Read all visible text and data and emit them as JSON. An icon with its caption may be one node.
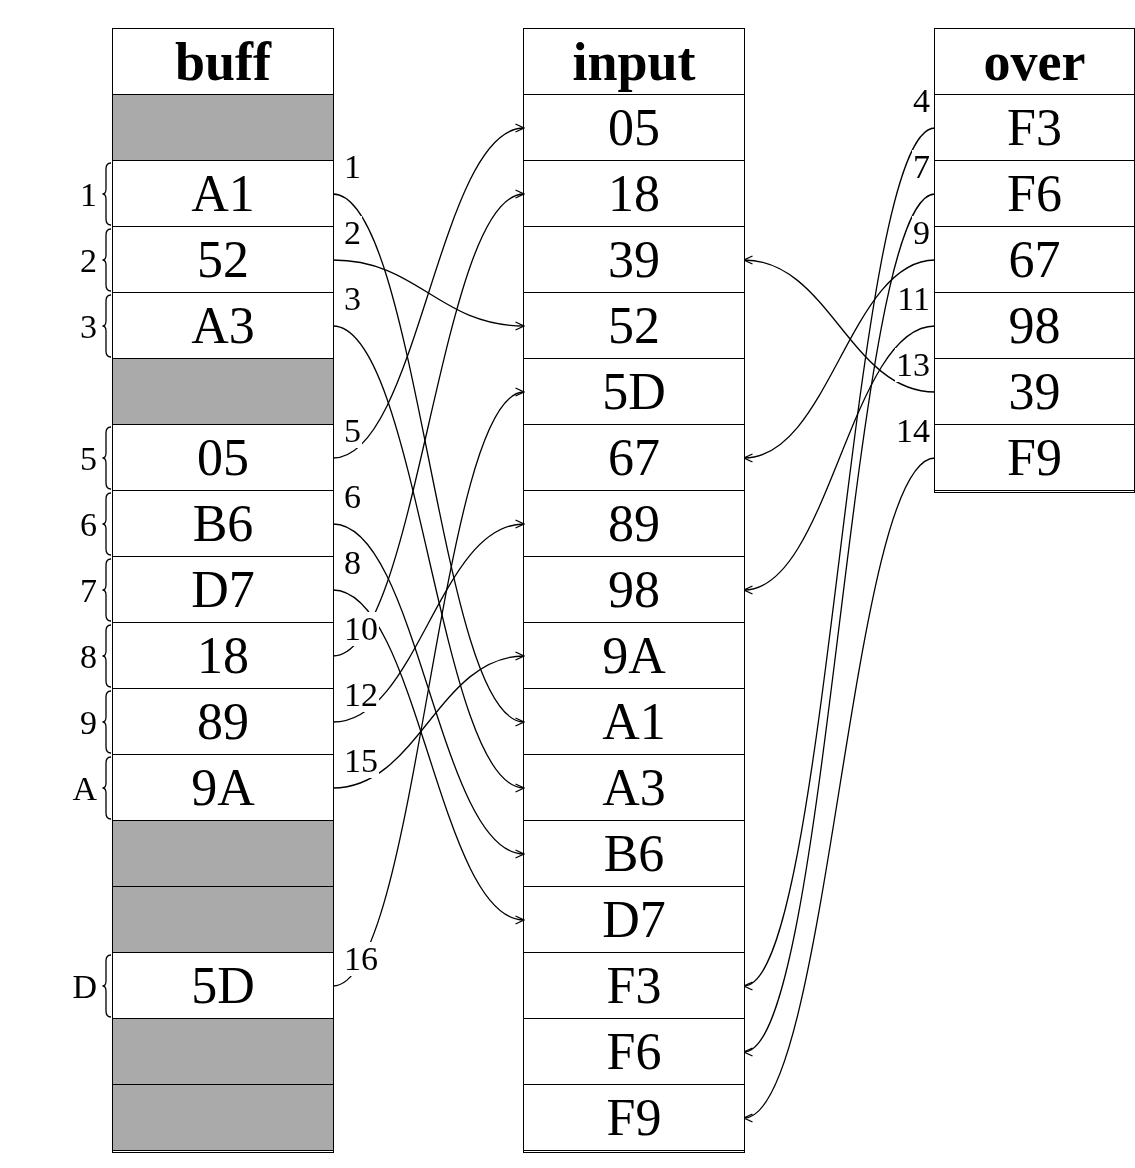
{
  "diagram": {
    "nodes": [
      {
        "text": [
          "buff"
        ]
      },
      {
        "text": [],
        "shape": "box",
        "in": 0
      },
      {
        "text": [
          "A1"
        ],
        "in": 0,
        "beside": [
          "1"
        ]
      },
      {
        "text": [
          "52"
        ],
        "in": 0,
        "beside": [
          "2"
        ]
      },
      {
        "text": [
          "A3"
        ],
        "in": 0,
        "beside": [
          "3"
        ]
      },
      {
        "text": [],
        "shape": "box",
        "in": 0
      },
      {
        "text": [
          "05"
        ],
        "in": 0,
        "beside": [
          "5"
        ]
      },
      {
        "text": [
          "B6"
        ],
        "in": 0,
        "beside": [
          "6"
        ]
      },
      {
        "text": [
          "D7"
        ],
        "in": 0,
        "beside": [
          "7"
        ]
      },
      {
        "text": [
          "18"
        ],
        "in": 0,
        "beside": [
          "8"
        ]
      },
      {
        "text": [
          "89"
        ],
        "in": 0,
        "beside": [
          "9"
        ]
      },
      {
        "text": [
          "9A"
        ],
        "in": 0,
        "beside": [
          "A"
        ]
      },
      {
        "text": [],
        "shape": "box",
        "in": 0
      },
      {
        "text": [],
        "shape": "box",
        "in": 0
      },
      {
        "text": [
          "5D"
        ],
        "in": 0,
        "beside": [
          "D"
        ]
      },
      {
        "text": [],
        "shape": "box",
        "in": 0
      },
      {
        "text": [],
        "shape": "box",
        "in": 0
      },
      {
        "text": [
          "input"
        ]
      },
      {
        "text": [
          "05"
        ],
        "in": 17
      },
      {
        "text": [
          "18"
        ],
        "in": 17
      },
      {
        "text": [
          "39"
        ],
        "in": 17
      },
      {
        "text": [
          "52"
        ],
        "in": 17
      },
      {
        "text": [
          "5D"
        ],
        "in": 17
      },
      {
        "text": [
          "67"
        ],
        "in": 17
      },
      {
        "text": [
          "89"
        ],
        "in": 17
      },
      {
        "text": [
          "98"
        ],
        "in": 17
      },
      {
        "text": [
          "9A"
        ],
        "in": 17
      },
      {
        "text": [
          "A1"
        ],
        "in": 17
      },
      {
        "text": [
          "A3"
        ],
        "in": 17
      },
      {
        "text": [
          "B6"
        ],
        "in": 17
      },
      {
        "text": [
          "D7"
        ],
        "in": 17
      },
      {
        "text": [
          "F3"
        ],
        "in": 17
      },
      {
        "text": [
          "F6"
        ],
        "in": 17
      },
      {
        "text": [
          "F9"
        ],
        "in": 17
      },
      {
        "text": [
          "over"
        ]
      },
      {
        "text": [
          "F3"
        ],
        "in": 34
      },
      {
        "text": [
          "F6"
        ],
        "in": 34
      },
      {
        "text": [
          "67"
        ],
        "in": 34
      },
      {
        "text": [
          "98"
        ],
        "in": 34
      },
      {
        "text": [
          "39"
        ],
        "in": 34
      },
      {
        "text": [
          "F9"
        ],
        "in": 34
      }
    ],
    "edges": [
      {
        "from": 2,
        "to": 27,
        "arrow": "to",
        "label": "1"
      },
      {
        "from": 3,
        "to": 21,
        "arrow": "to",
        "label": "2"
      },
      {
        "from": 4,
        "to": 28,
        "arrow": "to",
        "label": "3"
      },
      {
        "from": 35,
        "to": 31,
        "arrow": "to",
        "label": "4"
      },
      {
        "from": 6,
        "to": 18,
        "arrow": "to",
        "label": "5"
      },
      {
        "from": 7,
        "to": 29,
        "arrow": "to",
        "label": "6"
      },
      {
        "from": 36,
        "to": 32,
        "arrow": "to",
        "label": "7"
      },
      {
        "from": 8,
        "to": 30,
        "arrow": "to",
        "label": "8"
      },
      {
        "from": 37,
        "to": 23,
        "arrow": "to",
        "label": "9"
      },
      {
        "from": 9,
        "to": 19,
        "arrow": "to",
        "label": "10"
      },
      {
        "from": 38,
        "to": 25,
        "arrow": "to",
        "label": "11"
      },
      {
        "from": 10,
        "to": 24,
        "arrow": "to",
        "label": "12"
      },
      {
        "from": 39,
        "to": 20,
        "arrow": "to",
        "label": "13"
      },
      {
        "from": 40,
        "to": 33,
        "arrow": "to",
        "label": "14"
      },
      {
        "from": 11,
        "to": 26,
        "arrow": "to",
        "label": "15"
      },
      {
        "from": 14,
        "to": 22,
        "arrow": "to",
        "label": "16"
      }
    ]
  }
}
